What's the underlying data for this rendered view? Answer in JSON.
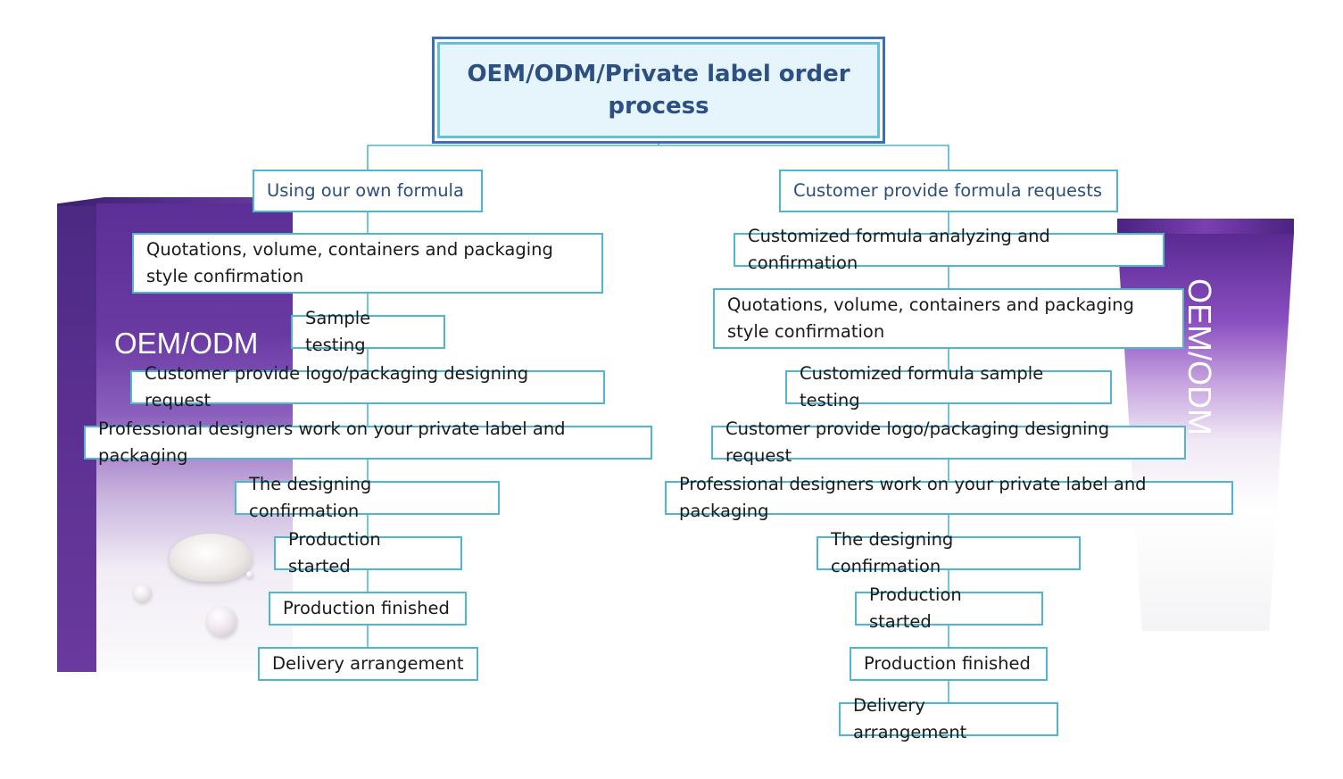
{
  "title": "OEM/ODM/Private label order process",
  "left_branch": {
    "header": "Using our own formula",
    "steps": [
      "Quotations, volume, containers and packaging style confirmation",
      "Sample testing",
      "Customer provide logo/packaging designing request",
      "Professional designers work on your private label and packaging",
      "The designing confirmation",
      "Production started",
      "Production finished",
      "Delivery arrangement"
    ]
  },
  "right_branch": {
    "header": "Customer provide formula requests",
    "steps": [
      "Customized formula analyzing and confirmation",
      "Quotations, volume, containers and packaging style confirmation",
      "Customized formula sample testing",
      "Customer provide logo/packaging designing request",
      "Professional designers work on your private label and packaging",
      "The designing confirmation",
      "Production started",
      "Production finished",
      "Delivery arrangement"
    ]
  },
  "product_box_label": "OEM/ODM",
  "product_tube_label": "OEM/ODM",
  "colors": {
    "node_border": "#4fb6d0",
    "title_border": "#3d6fb2",
    "title_text": "#2c4f84",
    "product_purple": "#6a3aa3"
  }
}
